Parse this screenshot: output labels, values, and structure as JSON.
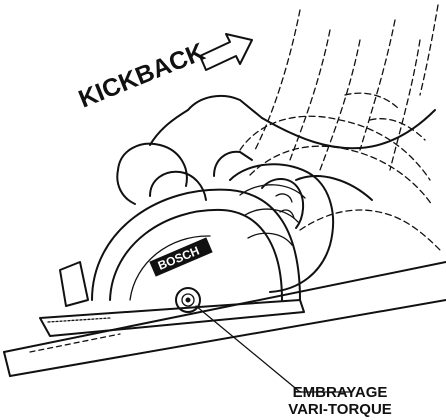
{
  "figure": {
    "kickback_label": "KICKBACK",
    "brand_label": "BOSCH",
    "callout_line_1": "EMBRAYAGE",
    "callout_line_2": "VARI-TORQUE"
  }
}
